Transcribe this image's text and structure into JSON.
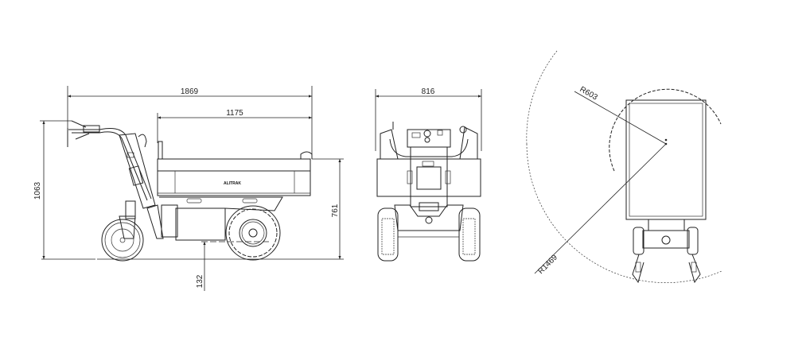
{
  "views": {
    "side": {
      "dimensions": {
        "overall_length": "1869",
        "bed_length": "1175",
        "overall_height": "1063",
        "bed_height": "761",
        "ground_clearance": "132"
      },
      "logo_text": "ALITRAK"
    },
    "front": {
      "dimensions": {
        "overall_width": "816"
      }
    },
    "top": {
      "dimensions": {
        "inner_turning_radius": "R603",
        "outer_turning_radius": "R1469"
      }
    }
  },
  "colors": {
    "line": "#222222",
    "background": "#ffffff"
  }
}
